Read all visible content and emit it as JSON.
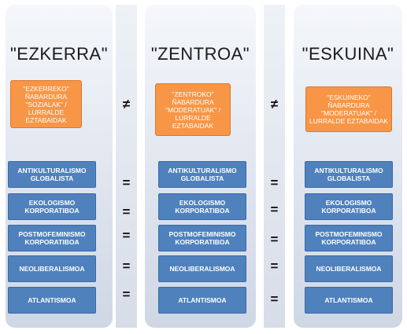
{
  "columns": [
    {
      "title": "\"EZKERRA\"",
      "header_box": "\"EZKERREKO\" ÑABARDURA \"SOZIALAK\" / LURRALDE EZTABAIDAK",
      "items": [
        "ANTIKULTURALISMO GLOBALISTA",
        "EKOLOGISMO KORPORATIBOA",
        "POSTMOFEMINISMO KORPORATIBOA",
        "NEOLIBERALISMOA",
        "ATLANTISMOA"
      ]
    },
    {
      "title": "\"ZENTROA\"",
      "header_box": "\"ZENTROKO\" ÑABARDURA \"MODERATUAK\" / LURRALDE EZTABAIDAK",
      "items": [
        "ANTIKULTURALISMO GLOBALISTA",
        "EKOLOGISMO KORPORATIBOA",
        "POSTMOFEMINISMO KORPORATIBOA",
        "NEOLIBERALISMOA",
        "ATLANTISMOA"
      ]
    },
    {
      "title": "\"ESKUINA\"",
      "header_box": "\"ESKUINEKO\" ÑABARDURA \"MODERATUAK\" / LURRALDE EZTABAIDAK",
      "items": [
        "ANTIKULTURALISMO GLOBALISTA",
        "EKOLOGISMO KORPORATIBOA",
        "POSTMOFEMINISMO KORPORATIBOA",
        "NEOLIBERALISMOA",
        "ATLANTISMOA"
      ]
    }
  ],
  "separators": [
    {
      "header": "≠",
      "rows": [
        "=",
        "=",
        "=",
        "=",
        "="
      ]
    },
    {
      "header": "≠",
      "rows": [
        "=",
        "=",
        "=",
        "=",
        "="
      ]
    }
  ],
  "colors": {
    "orange": "#f79646",
    "blue": "#4f81bd"
  }
}
